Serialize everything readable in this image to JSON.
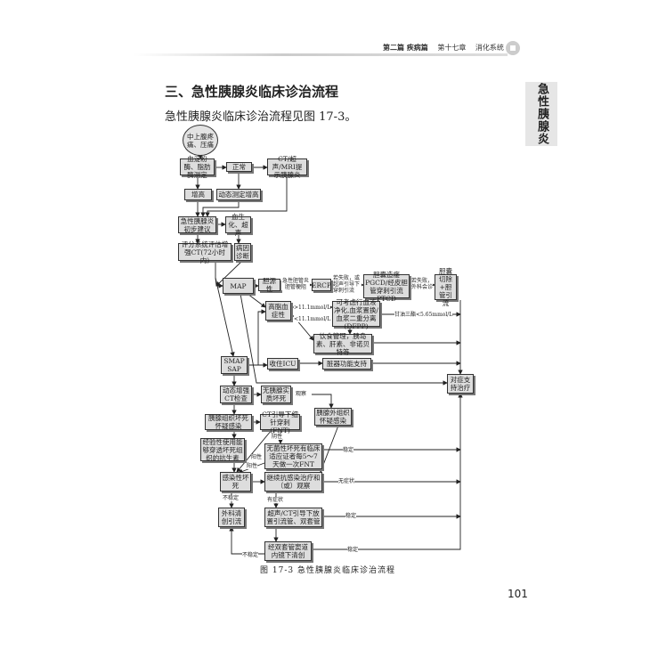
{
  "header": {
    "part": "第二篇 疾病篇",
    "chapter": "第十七章",
    "section": "消化系统"
  },
  "side_tab": "急性胰腺炎",
  "title": "三、急性胰腺炎临床诊治流程",
  "intro": "急性胰腺炎临床诊治流程见图 17-3。",
  "flow": {
    "start": "中上腹疼痛、压痛",
    "amylase": "血淀粉酶、脂肪酶测定",
    "normal": "正常",
    "imaging": "CT/超声/MRI提示胰腺炎",
    "elevated": "增高",
    "dynamic_elevated": "动态测定增高",
    "initial": "急性胰腺炎初步建议",
    "biochem": "血生化、超声",
    "scoring": "评分系统评估增强CT(72小时内)",
    "etiology": "病因诊断",
    "map": "MAP",
    "biliary": "胆源性",
    "ercp": "ERCP",
    "pgcd": "胆囊造瘘PGCD/经皮胆管穿刺引流PTCD",
    "chole": "胆囊切除+胆管引流",
    "lipid": "高脂血症性",
    "purify": "可考虑行血液净化,血浆置换/血浆二重分离(DFPP)",
    "diet": "饮食管理，胰岛素、肝素、非诺贝特等",
    "smap": "SMAP SAP",
    "icu": "收住ICU",
    "organ": "脏器功能支持",
    "supportive": "对症支持治疗",
    "dyn_ct": "动态增强CT检查",
    "no_necrosis": "无胰腺实质坏死",
    "extra": "胰腺外组织怀疑感染",
    "suspect": "胰腺组织坏死怀疑感染",
    "fnt": "CT引导下细针穿刺(FNT)",
    "antibiotic": "经验性使用能够穿透坏死组织的抗生素",
    "sterile": "无菌性坏死有临床适应证者每5～7天做一次FNT",
    "infected": "感染性坏死",
    "continue": "继续抗感染治疗和（或）观察",
    "surgical": "外科清创引流",
    "drain": "超声/CT引导下放置引流管、双套管",
    "endo": "经双套管窦道内镜下清创"
  },
  "labels": {
    "cholangitis": "急性胆管炎 胆管梗阻",
    "fail_drain": "若失败，或超声引导下穿刺引流",
    "fail_surgery": "若失败，外科会诊",
    "gt": ">11.1mmol/L",
    "lt": "<11.1mmol/L",
    "tg": "甘油三酯<5.65mmol/L",
    "observe": "观察",
    "negative": "阴性",
    "positive1": "阳性",
    "positive2": "阳性",
    "stable1": "稳定",
    "no_symptom": "无症状",
    "unstable1": "不稳定",
    "symptom": "有症状",
    "stable2": "稳定",
    "stable3": "稳定",
    "unstable2": "不稳定"
  },
  "caption": "图 17-3   急性胰腺炎临床诊治流程",
  "page_number": "101"
}
